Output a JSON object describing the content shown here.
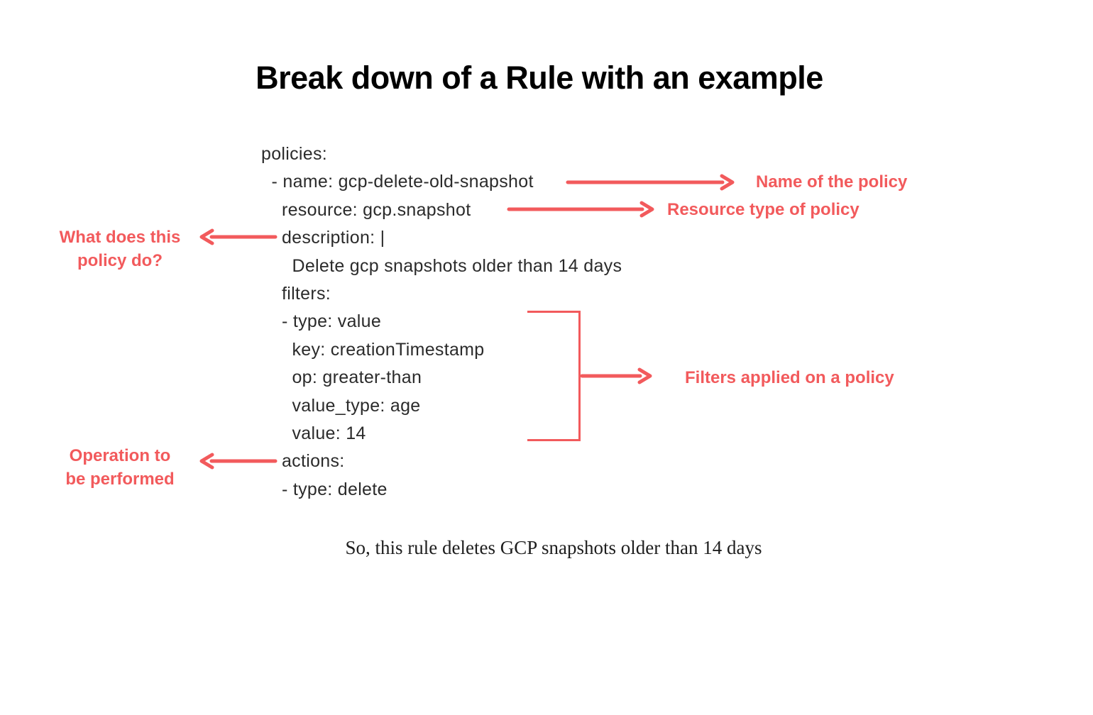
{
  "title": "Break down of a Rule with an example",
  "yaml": {
    "language": "yaml",
    "lines": [
      "policies:",
      "  - name: gcp-delete-old-snapshot",
      "    resource: gcp.snapshot",
      "    description: |",
      "      Delete gcp snapshots older than 14 days",
      "    filters:",
      "    - type: value",
      "      key: creationTimestamp",
      "      op: greater-than",
      "      value_type: age",
      "      value: 14",
      "    actions:",
      "    - type: delete"
    ]
  },
  "annotations": {
    "name_label": "Name of the policy",
    "resource_label": "Resource type of policy",
    "description_label": "What does this\npolicy do?",
    "filters_label": "Filters applied on a policy",
    "actions_label": "Operation to\nbe performed"
  },
  "footer": "So, this rule deletes GCP snapshots older than 14 days",
  "colors": {
    "accent": "#f25a5c",
    "code_text": "#2b2b2b",
    "title_text": "#000000",
    "background": "#ffffff"
  }
}
